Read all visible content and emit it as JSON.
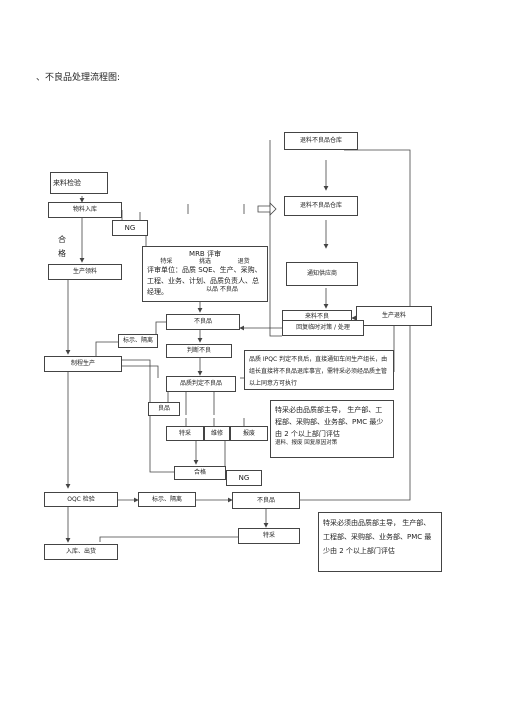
{
  "heading": "、不良品处理流程图:",
  "nodes": {
    "incoming_inspection": "来料检验",
    "material_warehousing": "物料入库",
    "ng_top": "NG",
    "qualified_he": "合",
    "qualified_ge": "格",
    "production_picking": "生产领料",
    "process_production": "制程生产",
    "mark_isolate_1": "标示、隔离",
    "oqc_inspection": "OQC 检验",
    "warehousing_shipping": "入库、出货",
    "mrb_title": "MRB 评审",
    "mrb_option_special": "特采",
    "mrb_option_pick": "挑选",
    "mrb_option_return": "退货",
    "mrb_units": "评审单位：品质  SQE、生产、采购、工程、业务、计划、品质负责人、总经理。",
    "mrb_overlap": "以品     不良品",
    "defective_1": "不良品",
    "judge_defect": "判断不良",
    "quality_judge_defect": "品质判定不良品",
    "good_product": "良品",
    "special_accept": "特采",
    "repair": "维修",
    "scrap": "报废",
    "qualified": "合格",
    "ng_mid": "NG",
    "ipqc_text": "品质 IPQC 判定不良后，直接通知车间生产组长，由组长直接将不良品退库事宜，需特采必须经品质主管以上同意方可执行",
    "special_box_1": "特采必由品质部主导，  生产部、工程部、采购部、业务部、PMC 最少由  2 个以上部门评估",
    "special_box_1_tail": "退料、报废     回复原因对策",
    "mark_isolate_2": "标示、隔离",
    "defective_2": "不良品",
    "special_accept_2": "特采",
    "special_box_2": "特采必须由品质部主导，  生产部、工程部、采购部、业务部、PMC 最少由  2 个以上部门评估",
    "return_bad_warehouse_1": "退料不良品仓库",
    "return_bad_warehouse_2": "退料不良品仓库",
    "notify_supplier": "通知供应商",
    "material_defect": "来料不良",
    "production_return": "生产退料",
    "reply_countermeasure": "回复临时对策  / 处理"
  },
  "colors": {
    "line": "#444444",
    "text": "#222222"
  }
}
